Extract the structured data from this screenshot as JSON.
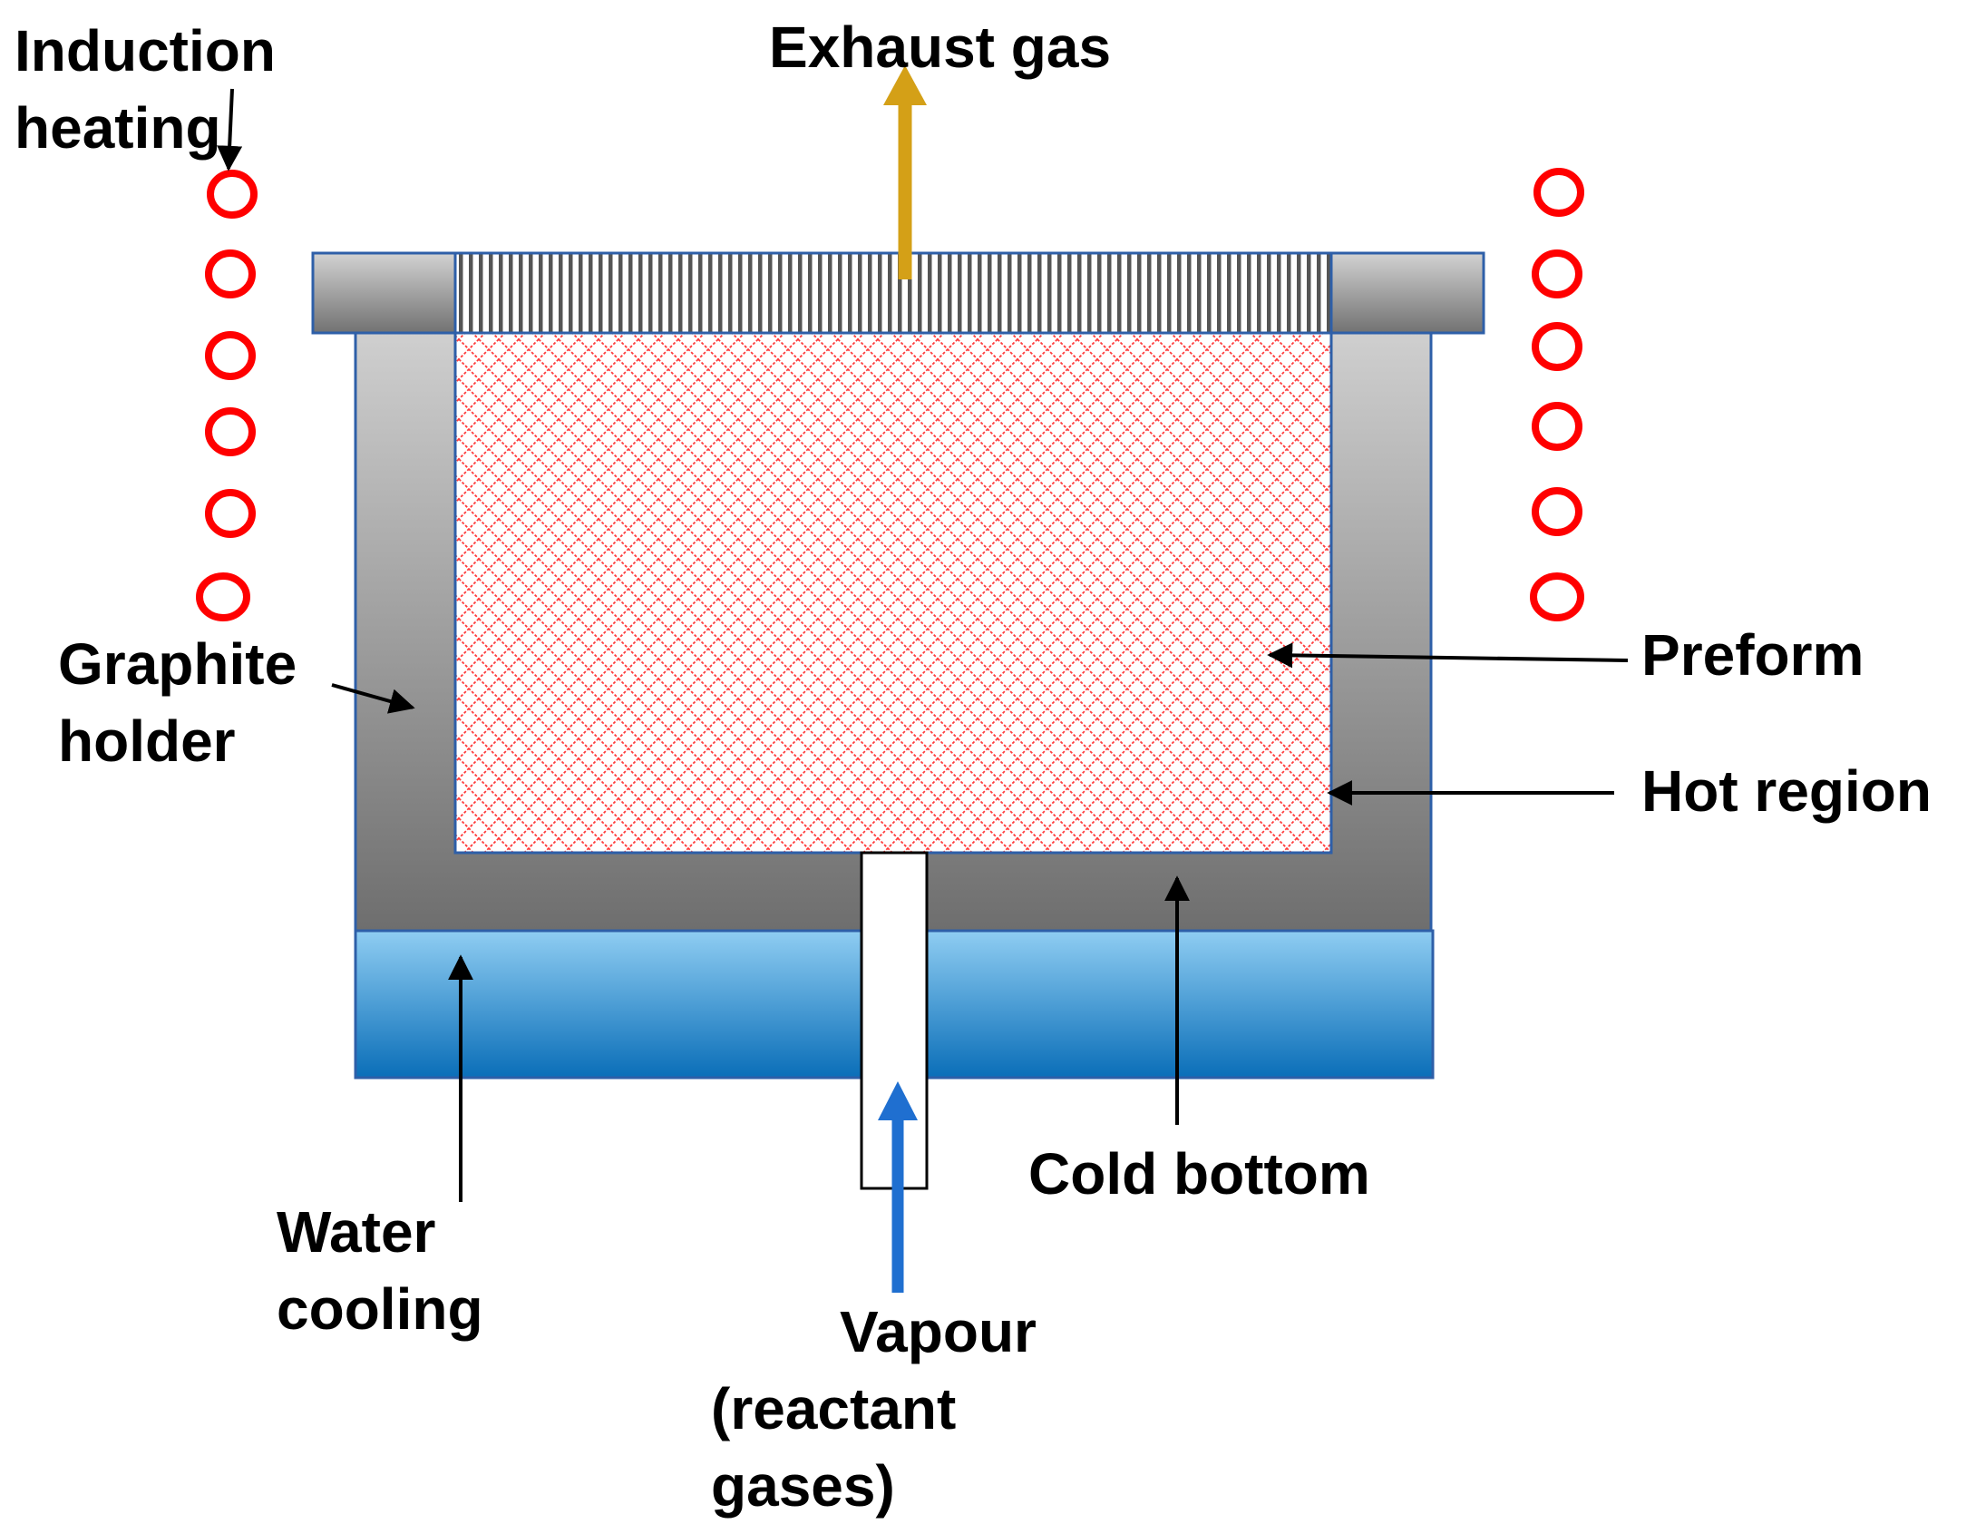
{
  "labels": {
    "induction_heating": [
      "Induction",
      "heating"
    ],
    "exhaust_gas": "Exhaust gas",
    "graphite_holder": [
      "Graphite",
      "holder"
    ],
    "preform": "Preform",
    "hot_region": "Hot region",
    "cold_bottom": "Cold bottom",
    "water_cooling": [
      "Water",
      "cooling"
    ],
    "vapour": [
      "Vapour",
      "(reactant",
      "gases)"
    ]
  },
  "colors": {
    "coil": "#ff0000",
    "exhaust_arrow": "#d4a017",
    "vapour_arrow": "#1f6fd0",
    "outline": "#2e5fa8",
    "preform_mesh": "#ff3b3b",
    "water_light": "#8fcdf2",
    "water_dark": "#0a6eb8",
    "graphite_light": "#cfcfcf",
    "graphite_dark": "#6e6e6e"
  }
}
